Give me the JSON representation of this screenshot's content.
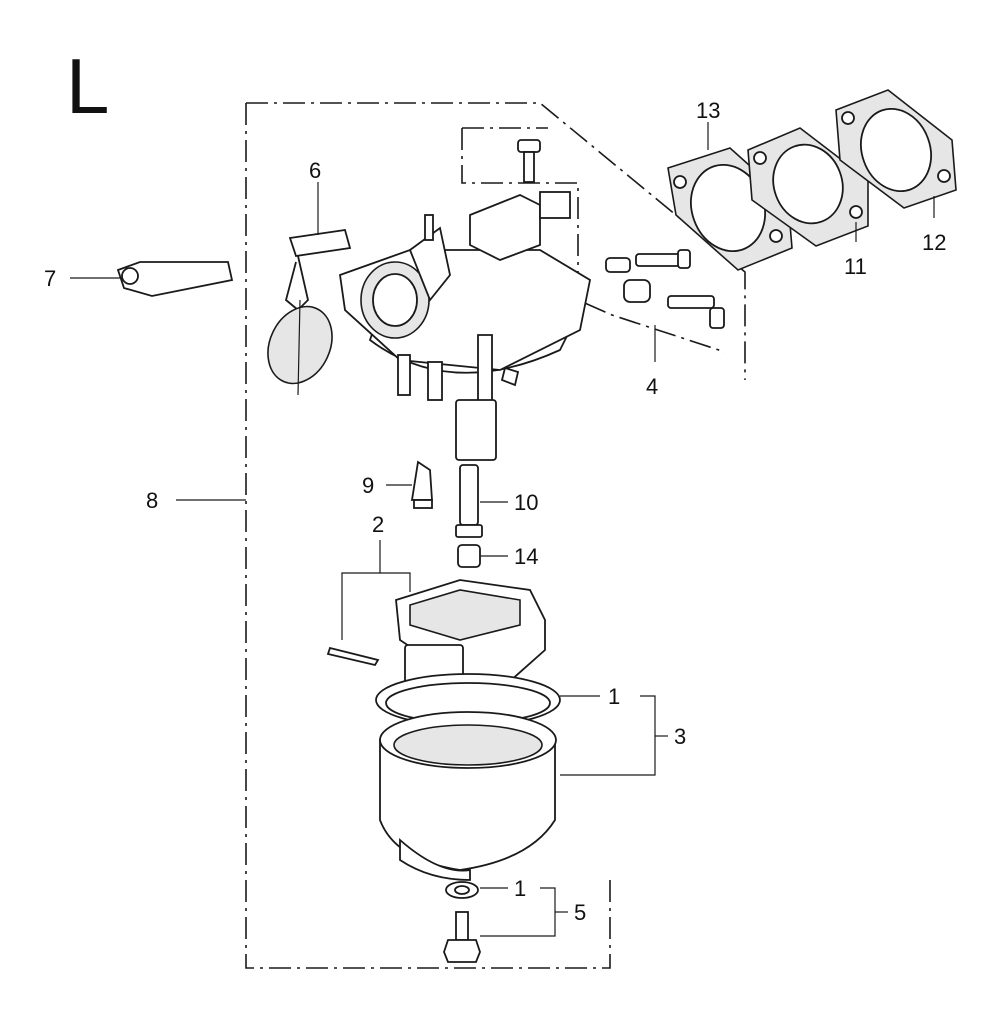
{
  "section_letter": "L",
  "callouts": {
    "c1a": "1",
    "c1b": "1",
    "c2": "2",
    "c3": "3",
    "c4": "4",
    "c5": "5",
    "c6": "6",
    "c7": "7",
    "c8": "8",
    "c9": "9",
    "c10": "10",
    "c11": "11",
    "c12": "12",
    "c13": "13",
    "c14": "14"
  }
}
